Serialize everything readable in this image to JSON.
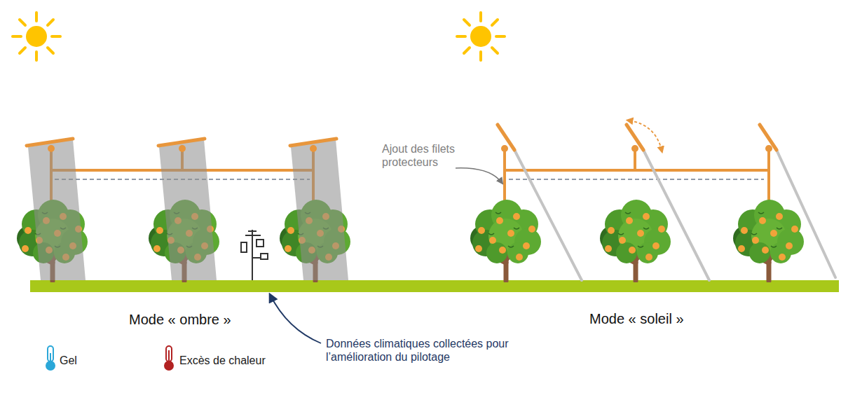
{
  "diagram": {
    "labels": [
      "Ajout des filets protecteurs",
      "Mode « ombre »",
      "Mode « soleil »",
      "Données climatiques collectées pour l’amélioration du pilotage"
    ],
    "legend": [
      {
        "text": "Gel"
      },
      {
        "text": "Excès de chaleur"
      }
    ]
  }
}
